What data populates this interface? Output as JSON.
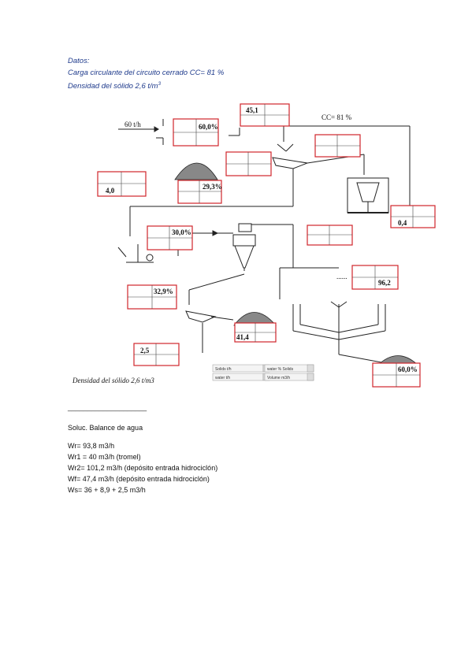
{
  "datos": {
    "title": "Datos:",
    "line1": "Carga circulante del circuito cerrado CC= 81 %",
    "line2": "Densidad del sólido 2,6 t/m",
    "line2_sup": "3"
  },
  "diagram": {
    "feed_label": "60 t/h",
    "cc_label": "CC= 81 %",
    "box_pct_top": "60,0%",
    "box_451": "45,1",
    "box_40": "4,0",
    "box_293": "29,3%",
    "box_04": "0,4",
    "box_300": "30,0%",
    "box_962": "96,2",
    "box_329": "32,9%",
    "box_414": "41,4",
    "box_25": "2,5",
    "box_600b": "60,0%",
    "dots": "......",
    "density_caption": "Densidad del sólido 2,6 t/m3",
    "selector": {
      "opt1": "Solids t/h",
      "opt2": "water % Solids",
      "opt3": "water t/h",
      "opt4": "Volume m3/h"
    }
  },
  "divider": "____________________",
  "solution": {
    "heading": "Soluc. Balance de agua",
    "lines": [
      "Wr= 93,8 m3/h",
      "Wr1 = 40 m3/h (tromel)",
      "Wr2= 101,2 m3/h (depósito entrada hidrociclón)",
      "Wf= 47,4 m3/h (depósito entrada hidrociclón)",
      "Ws= 36 + 8,9 + 2,5 m3/h"
    ]
  }
}
